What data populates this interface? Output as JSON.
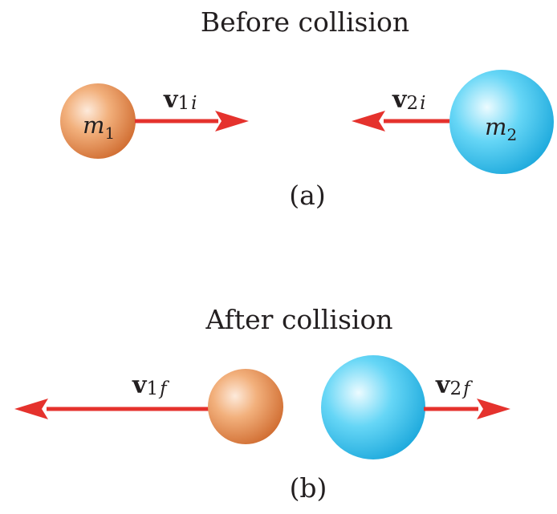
{
  "panel_a": {
    "title": "Before collision",
    "label": "(a)",
    "ball_1": {
      "mass_symbol": "m",
      "mass_subscript": "1"
    },
    "ball_2": {
      "mass_symbol": "m",
      "mass_subscript": "2"
    },
    "velocity_1": {
      "symbol": "v",
      "subscript_num": "1",
      "subscript_var": "i"
    },
    "velocity_2": {
      "symbol": "v",
      "subscript_num": "2",
      "subscript_var": "i"
    }
  },
  "panel_b": {
    "title": "After collision",
    "label": "(b)",
    "velocity_1": {
      "symbol": "v",
      "subscript_num": "1",
      "subscript_var": "f"
    },
    "velocity_2": {
      "symbol": "v",
      "subscript_num": "2",
      "subscript_var": "f"
    }
  },
  "colors": {
    "ball_1_light": "#fbe3cc",
    "ball_1_mid": "#efa46a",
    "ball_1_dark": "#c9642a",
    "ball_2_light": "#e4f8ff",
    "ball_2_mid": "#5ed3f5",
    "ball_2_dark": "#18a6da",
    "arrow": "#e5322d",
    "text": "#231f20"
  }
}
